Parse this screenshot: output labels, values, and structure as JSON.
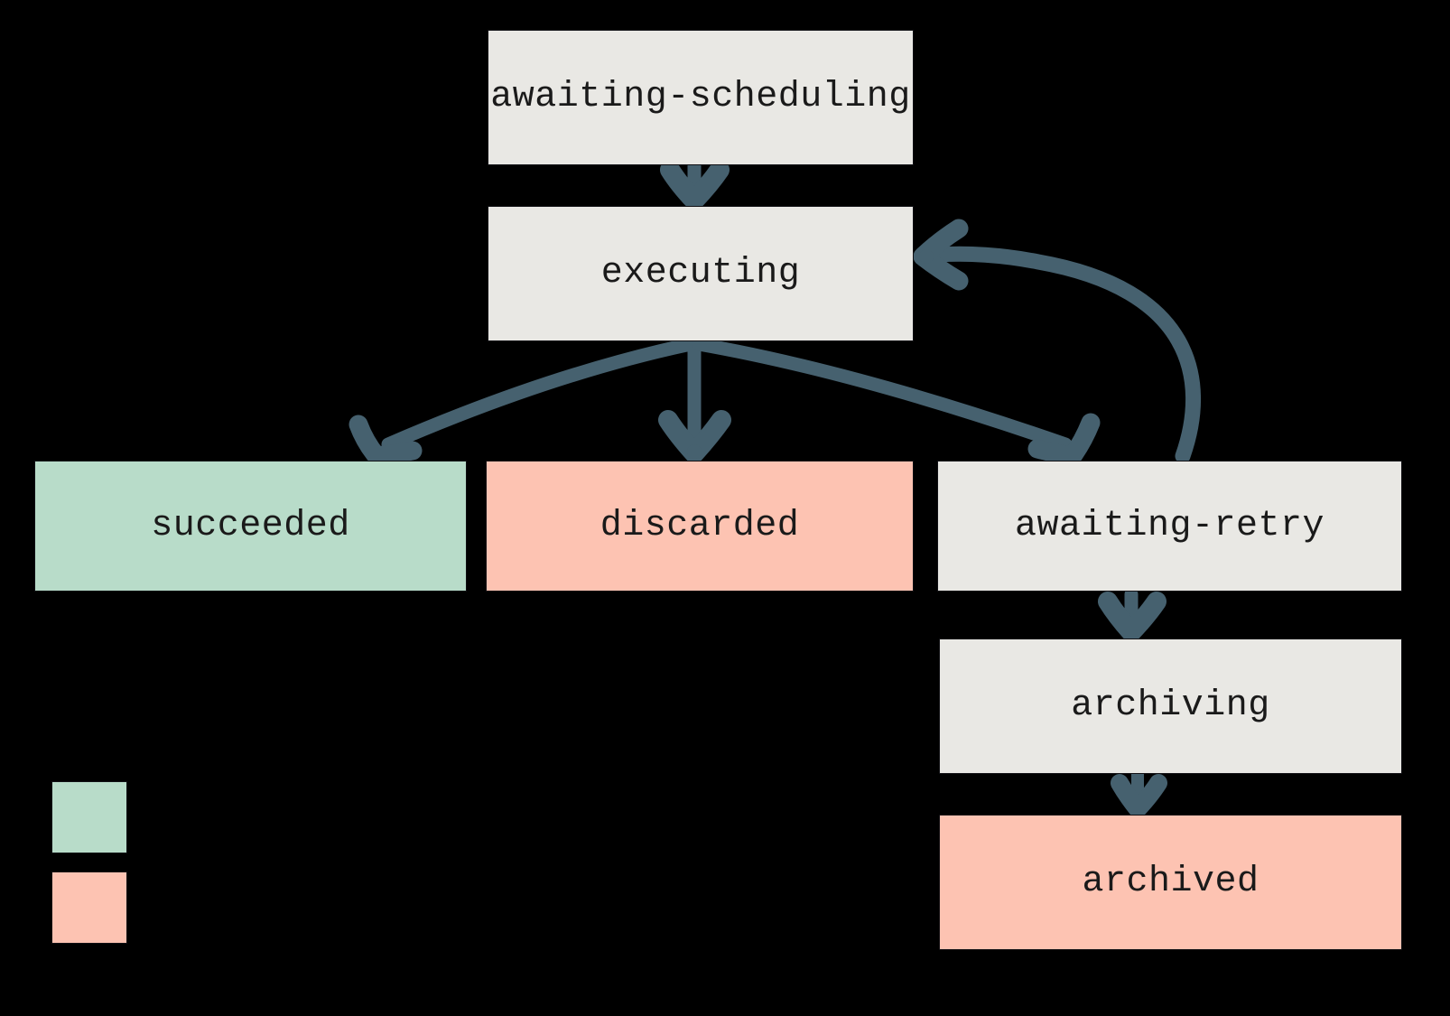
{
  "diagram": {
    "type": "state-machine-flowchart",
    "background_color": "#000000",
    "edge_color": "#46616f",
    "node_text_color": "#1a1a1a",
    "colors": {
      "neutral": "#e9e8e4",
      "success": "#b8dcc9",
      "terminal": "#fdc3b2"
    },
    "nodes": [
      {
        "id": "awaiting-scheduling",
        "label": "awaiting-scheduling",
        "style": "neutral"
      },
      {
        "id": "executing",
        "label": "executing",
        "style": "neutral"
      },
      {
        "id": "succeeded",
        "label": "succeeded",
        "style": "green"
      },
      {
        "id": "discarded",
        "label": "discarded",
        "style": "pink"
      },
      {
        "id": "awaiting-retry",
        "label": "awaiting-retry",
        "style": "neutral"
      },
      {
        "id": "archiving",
        "label": "archiving",
        "style": "neutral"
      },
      {
        "id": "archived",
        "label": "archived",
        "style": "pink"
      }
    ],
    "edges": [
      {
        "from": "awaiting-scheduling",
        "to": "executing",
        "label": ""
      },
      {
        "from": "executing",
        "to": "succeeded",
        "label": ""
      },
      {
        "from": "executing",
        "to": "discarded",
        "label": ""
      },
      {
        "from": "executing",
        "to": "awaiting-retry",
        "label": ""
      },
      {
        "from": "awaiting-retry",
        "to": "executing",
        "label": ""
      },
      {
        "from": "awaiting-retry",
        "to": "archiving",
        "label": ""
      },
      {
        "from": "archiving",
        "to": "archived",
        "label": ""
      }
    ],
    "legend": [
      {
        "swatch": "green",
        "label": ""
      },
      {
        "swatch": "pink",
        "label": ""
      }
    ]
  }
}
